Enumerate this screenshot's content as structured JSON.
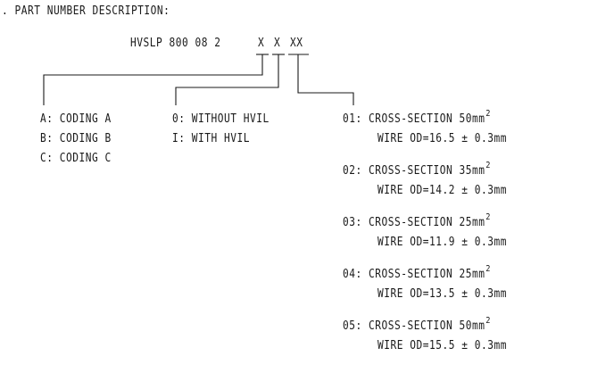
{
  "heading": ". PART NUMBER DESCRIPTION:",
  "part_number": {
    "prefix": "HVSLP 800 08 2",
    "field1": "X",
    "field2": "X",
    "field3": "XX"
  },
  "coding_options": [
    {
      "code": "A:",
      "text": "CODING A"
    },
    {
      "code": "B:",
      "text": "CODING B"
    },
    {
      "code": "C:",
      "text": "CODING C"
    }
  ],
  "hvil_options": [
    {
      "code": "0:",
      "text": "WITHOUT HVIL"
    },
    {
      "code": "I:",
      "text": "WITH HVIL"
    }
  ],
  "cross_section_options": [
    {
      "code": "01:",
      "line1": "CROSS-SECTION 50mm",
      "sup": "2",
      "line2": "WIRE OD=16.5 ± 0.3mm"
    },
    {
      "code": "02:",
      "line1": "CROSS-SECTION 35mm",
      "sup": "2",
      "line2": "WIRE OD=14.2 ± 0.3mm"
    },
    {
      "code": "03:",
      "line1": "CROSS-SECTION 25mm",
      "sup": "2",
      "line2": "WIRE OD=11.9 ± 0.3mm"
    },
    {
      "code": "04:",
      "line1": "CROSS-SECTION 25mm",
      "sup": "2",
      "line2": "WIRE OD=13.5 ± 0.3mm"
    },
    {
      "code": "05:",
      "line1": "CROSS-SECTION 50mm",
      "sup": "2",
      "line2": "WIRE OD=15.5 ± 0.3mm"
    }
  ]
}
